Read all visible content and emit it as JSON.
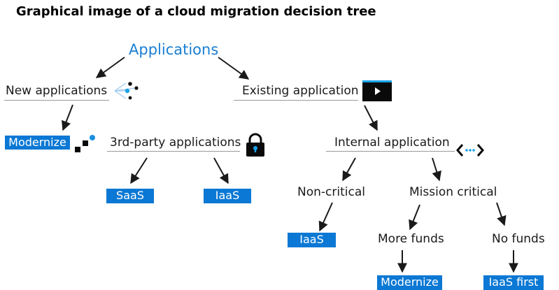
{
  "title": "Graphical image of a cloud migration decision tree",
  "nodes": {
    "applications": "Applications",
    "new_applications": "New applications",
    "existing_application": "Existing application",
    "modernize_top": "Modernize",
    "third_party": "3rd-party applications",
    "saas": "SaaS",
    "iaas_left": "IaaS",
    "internal_application": "Internal application",
    "non_critical": "Non-critical",
    "mission_critical": "Mission critical",
    "iaas_mid": "IaaS",
    "more_funds": "More funds",
    "no_funds": "No funds",
    "modernize_bottom": "Modernize",
    "iaas_first": "IaaS first"
  },
  "icons": {
    "new_applications": "network-nodes-icon",
    "existing_application": "play-video-icon",
    "modernize": "modernize-squares-icon",
    "third_party": "lock-icon",
    "internal_application": "code-brackets-icon"
  },
  "colors": {
    "accent": "#0a78d4",
    "root_text": "#1a7fd4",
    "text": "#1a1a1a",
    "arrow": "#1a1a1a"
  }
}
